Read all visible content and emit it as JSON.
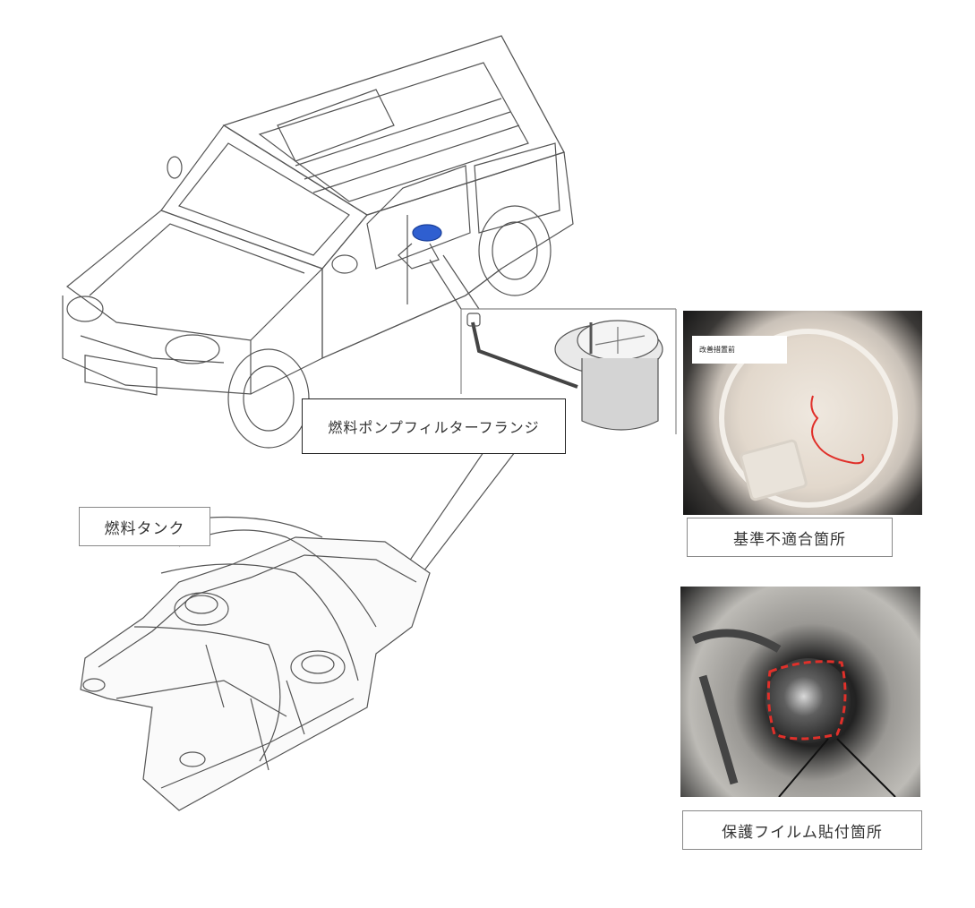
{
  "labels": {
    "pump_flange": "燃料ポンプフィルターフランジ",
    "fuel_tank": "燃料タンク",
    "nonconforming": "基準不適合箇所",
    "film_location": "保護フイルム貼付箇所",
    "before_tag": "改善措置前"
  },
  "colors": {
    "line": "#555555",
    "highlight_blue": "#2f5fd0",
    "marker_red": "#e0302a"
  },
  "icons": {
    "vehicle": "suv-line-drawing",
    "tank": "fuel-tank-line-drawing",
    "flange": "fuel-pump-flange-drawing"
  }
}
